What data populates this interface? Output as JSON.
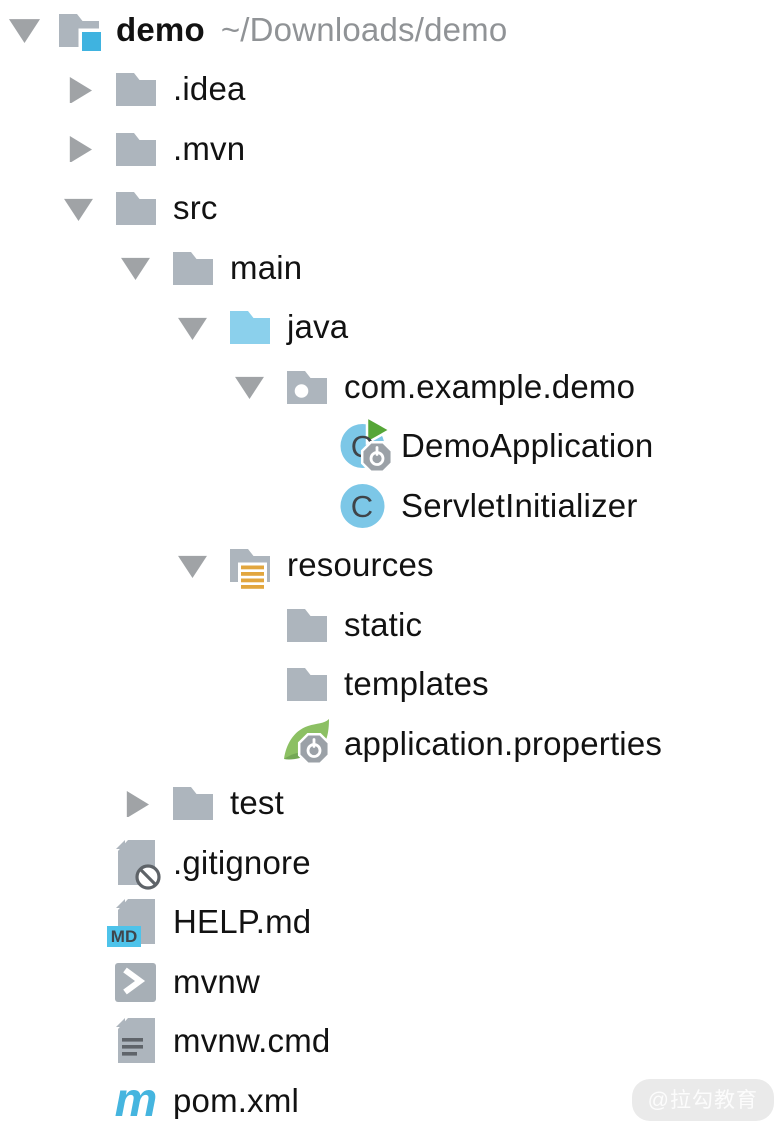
{
  "window": {
    "kind": "ide-project-tree"
  },
  "tree": {
    "rows": [
      {
        "label": "demo",
        "path": "~/Downloads/demo",
        "level": 0,
        "icon": "project-folder",
        "state": "expanded"
      },
      {
        "label": ".idea",
        "level": 1,
        "icon": "folder",
        "state": "collapsed"
      },
      {
        "label": ".mvn",
        "level": 1,
        "icon": "folder",
        "state": "collapsed"
      },
      {
        "label": "src",
        "level": 1,
        "icon": "folder",
        "state": "expanded"
      },
      {
        "label": "main",
        "level": 2,
        "icon": "folder",
        "state": "expanded"
      },
      {
        "label": "java",
        "level": 3,
        "icon": "source-root-folder",
        "state": "expanded"
      },
      {
        "label": "com.example.demo",
        "level": 4,
        "icon": "package-folder",
        "state": "expanded"
      },
      {
        "label": "DemoApplication",
        "level": 5,
        "icon": "spring-boot-class",
        "state": "none"
      },
      {
        "label": "ServletInitializer",
        "level": 5,
        "icon": "java-class",
        "state": "none"
      },
      {
        "label": "resources",
        "level": 3,
        "icon": "resources-root-folder",
        "state": "expanded"
      },
      {
        "label": "static",
        "level": 4,
        "icon": "folder",
        "state": "none"
      },
      {
        "label": "templates",
        "level": 4,
        "icon": "folder",
        "state": "none"
      },
      {
        "label": "application.properties",
        "level": 4,
        "icon": "spring-config-file",
        "state": "none"
      },
      {
        "label": "test",
        "level": 2,
        "icon": "folder",
        "state": "collapsed"
      },
      {
        "label": ".gitignore",
        "level": 1,
        "icon": "ignored-file",
        "state": "none"
      },
      {
        "label": "HELP.md",
        "level": 1,
        "icon": "markdown-file",
        "state": "none"
      },
      {
        "label": "mvnw",
        "level": 1,
        "icon": "shell-script-file",
        "state": "none"
      },
      {
        "label": "mvnw.cmd",
        "level": 1,
        "icon": "text-file",
        "state": "none"
      },
      {
        "label": "pom.xml",
        "level": 1,
        "icon": "maven-file",
        "state": "none"
      }
    ]
  },
  "icons": {
    "class_letter": "C",
    "md_label": "MD",
    "maven_letter": "m"
  },
  "colors": {
    "folder_gray": "#ADB5BD",
    "source_root_blue": "#8BD0EC",
    "project_badge_blue": "#3FB3E0",
    "class_circle_blue": "#7CC7E7",
    "play_green": "#55A637",
    "gear_gray": "#9BA1A7",
    "resources_orange": "#E2A63E",
    "spring_leaf_green": "#8CC063",
    "md_badge_blue": "#4EC3EA",
    "maven_blue": "#45B5DF",
    "label_black": "#121212",
    "path_gray": "#909396"
  },
  "watermark": {
    "text": "@拉勾教育"
  }
}
